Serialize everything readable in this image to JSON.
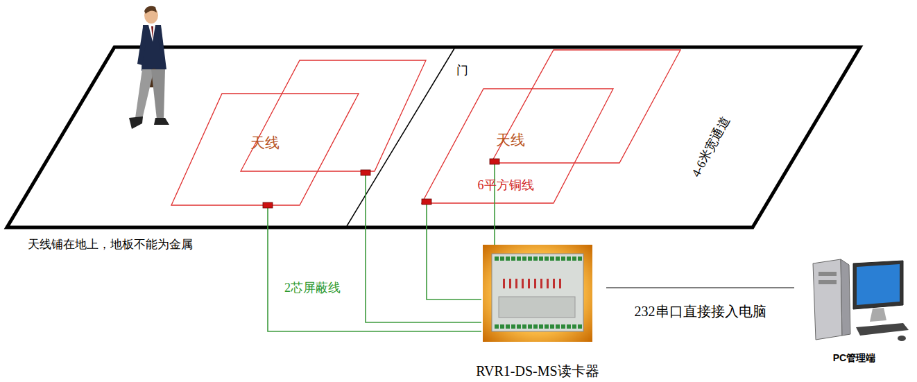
{
  "diagram": {
    "nodes": [
      {
        "text": [
          "RVR1-DS-MS读卡器"
        ]
      },
      {
        "text": [
          "PC管理端"
        ]
      }
    ],
    "edges": [
      {
        "from": 0,
        "to": 1,
        "arrow": "none",
        "label": "232串口直接接入电脑"
      }
    ],
    "labels": [
      "门",
      "天线",
      "天线",
      "4-6米宽通道",
      "6平方铜线",
      "天线铺在地上，地板不能为金属",
      "2芯屏蔽线"
    ]
  }
}
